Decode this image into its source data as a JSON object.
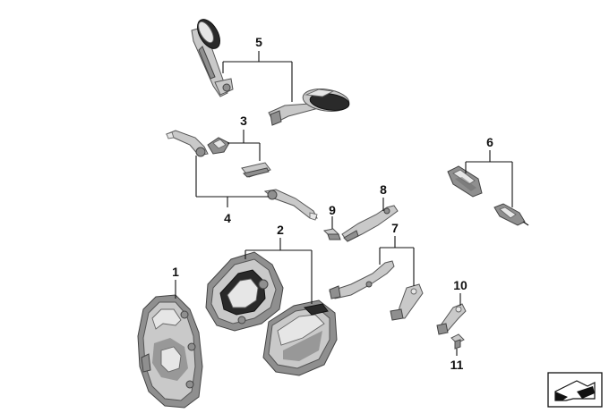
{
  "diagram": {
    "callouts": [
      {
        "id": "1",
        "label": "1"
      },
      {
        "id": "2",
        "label": "2"
      },
      {
        "id": "3",
        "label": "3"
      },
      {
        "id": "4",
        "label": "4"
      },
      {
        "id": "5",
        "label": "5"
      },
      {
        "id": "6",
        "label": "6"
      },
      {
        "id": "7",
        "label": "7"
      },
      {
        "id": "8",
        "label": "8"
      },
      {
        "id": "9",
        "label": "9"
      },
      {
        "id": "10",
        "label": "10"
      },
      {
        "id": "11",
        "label": "11"
      }
    ],
    "icons": {
      "corner_symbol": "folder-arrow-icon"
    },
    "colors": {
      "ink": "#111111",
      "metal": "#c9c9c9",
      "metal_dark": "#8f8f8f"
    }
  }
}
